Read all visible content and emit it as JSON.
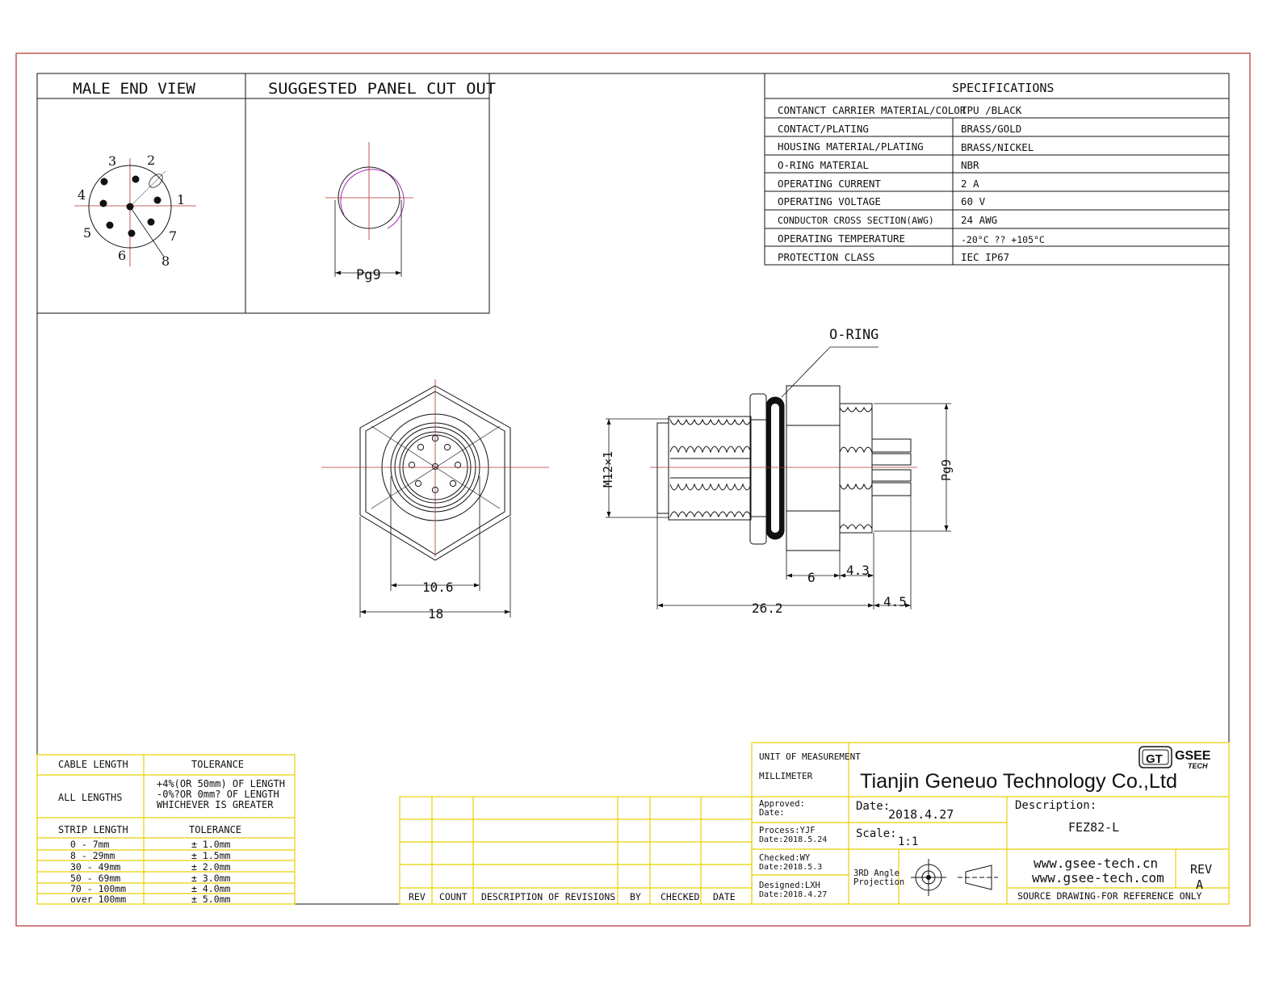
{
  "views": {
    "male_end_view": "MALE END VIEW",
    "panel_cut_out": "SUGGESTED PANEL CUT OUT",
    "pin_numbers": [
      "1",
      "2",
      "3",
      "4",
      "5",
      "6",
      "7",
      "8"
    ],
    "panel_dim": "Pg9"
  },
  "specifications": {
    "title": "SPECIFICATIONS",
    "rows": [
      {
        "label": "CONTANCT CARRIER MATERIAL/COLOR",
        "value": "TPU /BLACK"
      },
      {
        "label": "CONTACT/PLATING",
        "value": "BRASS/GOLD"
      },
      {
        "label": "HOUSING MATERIAL/PLATING",
        "value": "BRASS/NICKEL"
      },
      {
        "label": "O-RING MATERIAL",
        "value": "NBR"
      },
      {
        "label": "OPERATING CURRENT",
        "value": "2 A"
      },
      {
        "label": "OPERATING VOLTAGE",
        "value": "60 V"
      },
      {
        "label": "CONDUCTOR CROSS SECTION(AWG)",
        "value": "24 AWG"
      },
      {
        "label": "OPERATING TEMPERATURE",
        "value": "-20°C ?? +105°C"
      },
      {
        "label": "PROTECTION CLASS",
        "value": "IEC IP67"
      }
    ]
  },
  "drawing": {
    "oring_label": "O-RING",
    "thread_label": "M12×1",
    "pg_label": "Pg9",
    "dims": {
      "d106": "10.6",
      "d18": "18",
      "d262": "26.2",
      "d6": "6",
      "d43": "4.3",
      "d45": "4.5"
    }
  },
  "tolerance_table": {
    "h1": "CABLE LENGTH",
    "h2": "TOLERANCE",
    "all_lengths": "ALL LENGTHS",
    "all_lines": [
      "+4%(OR 50mm) OF LENGTH",
      "-0%?OR 0mm? OF LENGTH",
      "WHICHEVER IS GREATER"
    ],
    "h3": "STRIP LENGTH",
    "h4": "TOLERANCE",
    "strip_rows": [
      {
        "range": "0 - 7mm",
        "tol": "± 1.0mm"
      },
      {
        "range": "8 - 29mm",
        "tol": "± 1.5mm"
      },
      {
        "range": "30 - 49mm",
        "tol": "± 2.0mm"
      },
      {
        "range": "50 - 69mm",
        "tol": "± 3.0mm"
      },
      {
        "range": "70 - 100mm",
        "tol": "± 4.0mm"
      },
      {
        "range": "over 100mm",
        "tol": "± 5.0mm"
      }
    ]
  },
  "revisions": {
    "headers": [
      "REV",
      "COUNT",
      "DESCRIPTION OF REVISIONS",
      "BY",
      "CHECKED",
      "DATE"
    ]
  },
  "title_block": {
    "unit_label": "UNIT OF MEASUREMENT",
    "unit_value": "MILLIMETER",
    "company": "Tianjin Geneuo Technology Co.,Ltd",
    "logo_letters": "GT",
    "logo_name": "GSEE",
    "logo_sub": "TECH",
    "approved_label": "Approved:",
    "approved_date": "Date:",
    "process": "Process:YJF",
    "process_date": "Date:2018.5.24",
    "checked": "Checked:WY",
    "checked_date": "Date:2018.5.3",
    "designed": "Designed:LXH",
    "designed_date": "Date:2018.4.27",
    "date_label": "Date:",
    "date_value": "2018.4.27",
    "scale_label": "Scale:",
    "scale_value": "1:1",
    "projection_1": "3RD Angle",
    "projection_2": "Projection",
    "description_label": "Description:",
    "description_value": "FEZ82-L",
    "website1": "www.gsee-tech.cn",
    "website2": "www.gsee-tech.com",
    "rev_label": "REV",
    "rev_value": "A",
    "source_note": "SOURCE DRAWING-FOR REFERENCE ONLY"
  }
}
